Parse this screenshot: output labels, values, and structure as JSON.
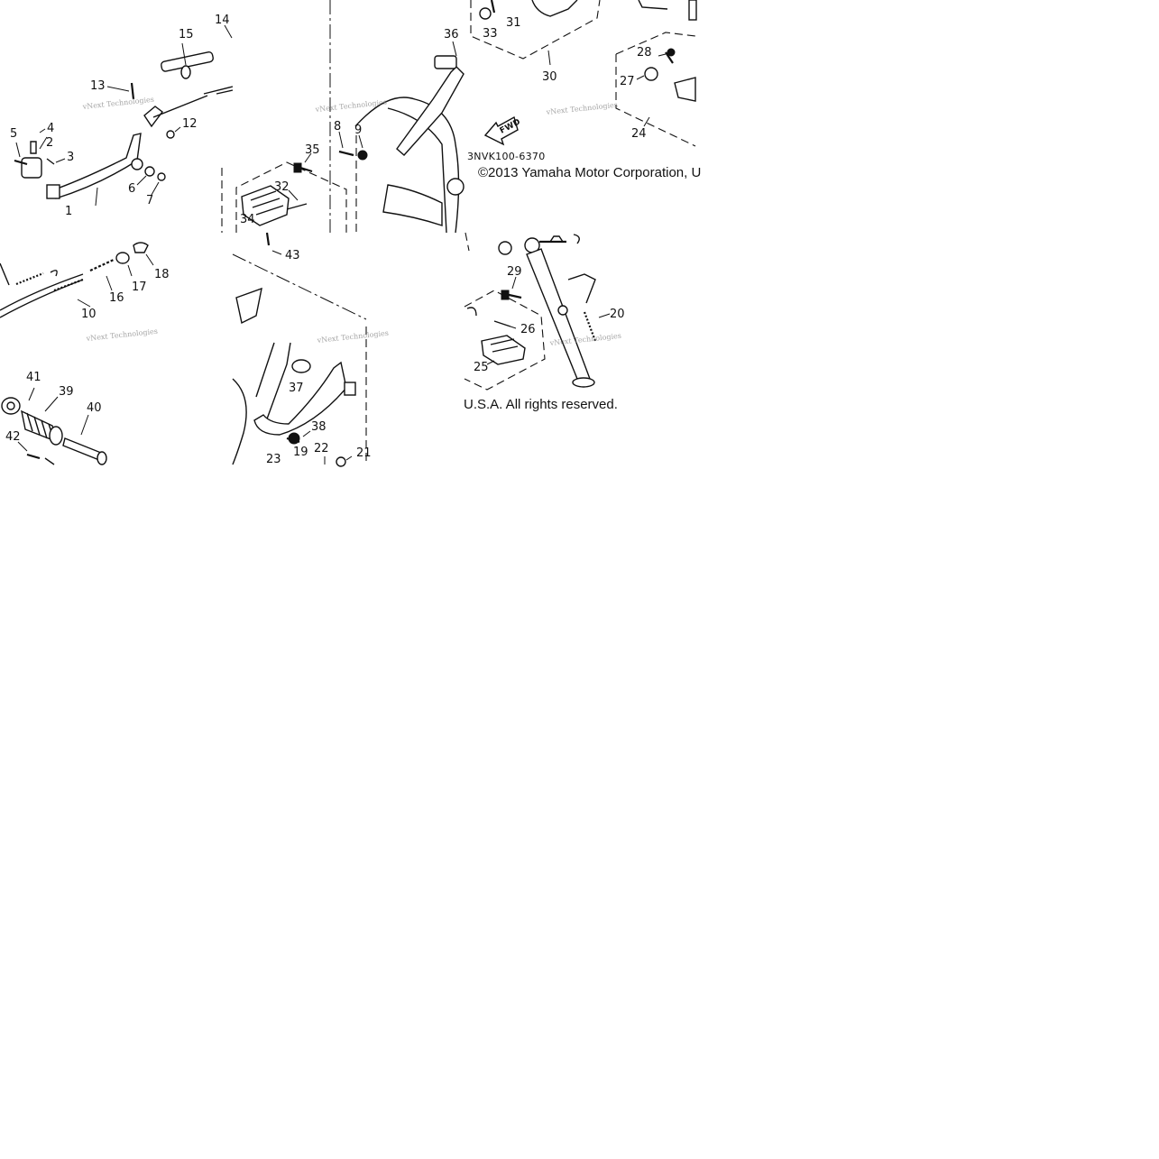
{
  "diagram": {
    "tiles": [
      {
        "id": "A",
        "callouts": [
          "15",
          "14",
          "13",
          "12",
          "5",
          "4",
          "2",
          "3",
          "6",
          "7",
          "1"
        ]
      },
      {
        "id": "B",
        "callouts": [
          "35",
          "8",
          "9",
          "32",
          "34",
          "43",
          "36"
        ]
      },
      {
        "id": "C",
        "callouts": [
          "33",
          "31",
          "30",
          "28",
          "27",
          "24"
        ]
      },
      {
        "id": "D",
        "callouts": [
          "18",
          "17",
          "16",
          "10"
        ]
      },
      {
        "id": "E",
        "callouts": [
          "37",
          "38",
          "19",
          "22",
          "21",
          "23"
        ]
      },
      {
        "id": "F",
        "callouts": [
          "29",
          "26",
          "20",
          "25"
        ]
      },
      {
        "id": "G",
        "callouts": [
          "41",
          "39",
          "40",
          "42"
        ]
      }
    ],
    "part_code": "3NVK100-6370",
    "forward_label": "FWD",
    "copyright_line1": "©2013 Yamaha Motor Corporation, U",
    "copyright_line2": "U.S.A. All rights reserved.",
    "watermark": "vNext Technologies"
  }
}
